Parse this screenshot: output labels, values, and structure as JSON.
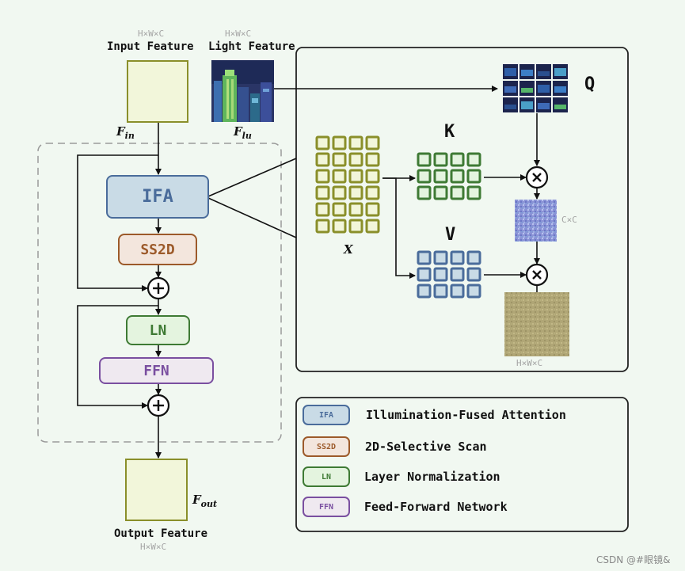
{
  "input_feature": {
    "dims": "H×W×C",
    "label": "Input Feature",
    "symbol": "F",
    "subscript": "in"
  },
  "light_feature": {
    "dims": "H×W×C",
    "label": "Light Feature",
    "symbol": "F",
    "subscript": "lu"
  },
  "output_feature": {
    "dims": "H×W×C",
    "label": "Output Feature",
    "symbol": "F",
    "subscript": "out"
  },
  "blocks": {
    "ifa": "IFA",
    "ss2d": "SS2D",
    "ln": "LN",
    "ffn": "FFN"
  },
  "attention": {
    "q_label": "Q",
    "k_label": "K",
    "v_label": "V",
    "x_label": "X",
    "cc_dims": "C×C",
    "out_dims": "H×W×C",
    "multiply_symbol": "×",
    "add_symbol": "+"
  },
  "legend": [
    {
      "abbr": "IFA",
      "text": "Illumination-Fused Attention",
      "color": "#4a6c9b",
      "fill": "#c9dbe6"
    },
    {
      "abbr": "SS2D",
      "text": "2D-Selective Scan",
      "color": "#9c5a2a",
      "fill": "#f3e6dd"
    },
    {
      "abbr": "LN",
      "text": "Layer Normalization",
      "color": "#3e7a34",
      "fill": "#e4f4df"
    },
    {
      "abbr": "FFN",
      "text": "Feed-Forward Network",
      "color": "#7a4fa0",
      "fill": "#efe9f0"
    }
  ],
  "watermark": "CSDN @#眼镜&",
  "colors": {
    "background": "#f1f8f1",
    "feature_fill": "#f2f6da",
    "feature_border": "#8a8f2a",
    "x_grid": "#8a8f2a",
    "k_grid": "#3e7a34",
    "v_grid": "#4a6c9b"
  }
}
